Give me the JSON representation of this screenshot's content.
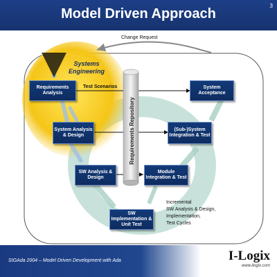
{
  "title": "Model Driven Approach",
  "page_number": "3",
  "change_request": "Change Request",
  "systems_engineering": "Systems Engineering",
  "test_scenarios": "Test Scenarios",
  "repository": "Requirements Repository",
  "boxes": {
    "requirements_analysis": "Requirements Analysis",
    "system_acceptance": "System Acceptance",
    "system_analysis_design": "System Analysis & Design",
    "sub_system_integration": "(Sub-)System Integration & Test",
    "sw_analysis_design": "SW Analysis & Design",
    "module_integration": "Module Integration & Test",
    "sw_implementation": "SW Implementation & Unit Test"
  },
  "incremental_note": [
    "Incremental",
    "SW Analysis & Design,",
    "Implementation,",
    "Test Cycles"
  ],
  "footer": {
    "text": "SIGAda 2004 – Model Driven Development with Ada",
    "logo": "I-Logix",
    "url": "www.ilogix.com"
  },
  "colors": {
    "header": "#1d3f88",
    "box": "#123a78",
    "yellow": "#f5c518",
    "teal_arrow": "#a8cfc4"
  }
}
